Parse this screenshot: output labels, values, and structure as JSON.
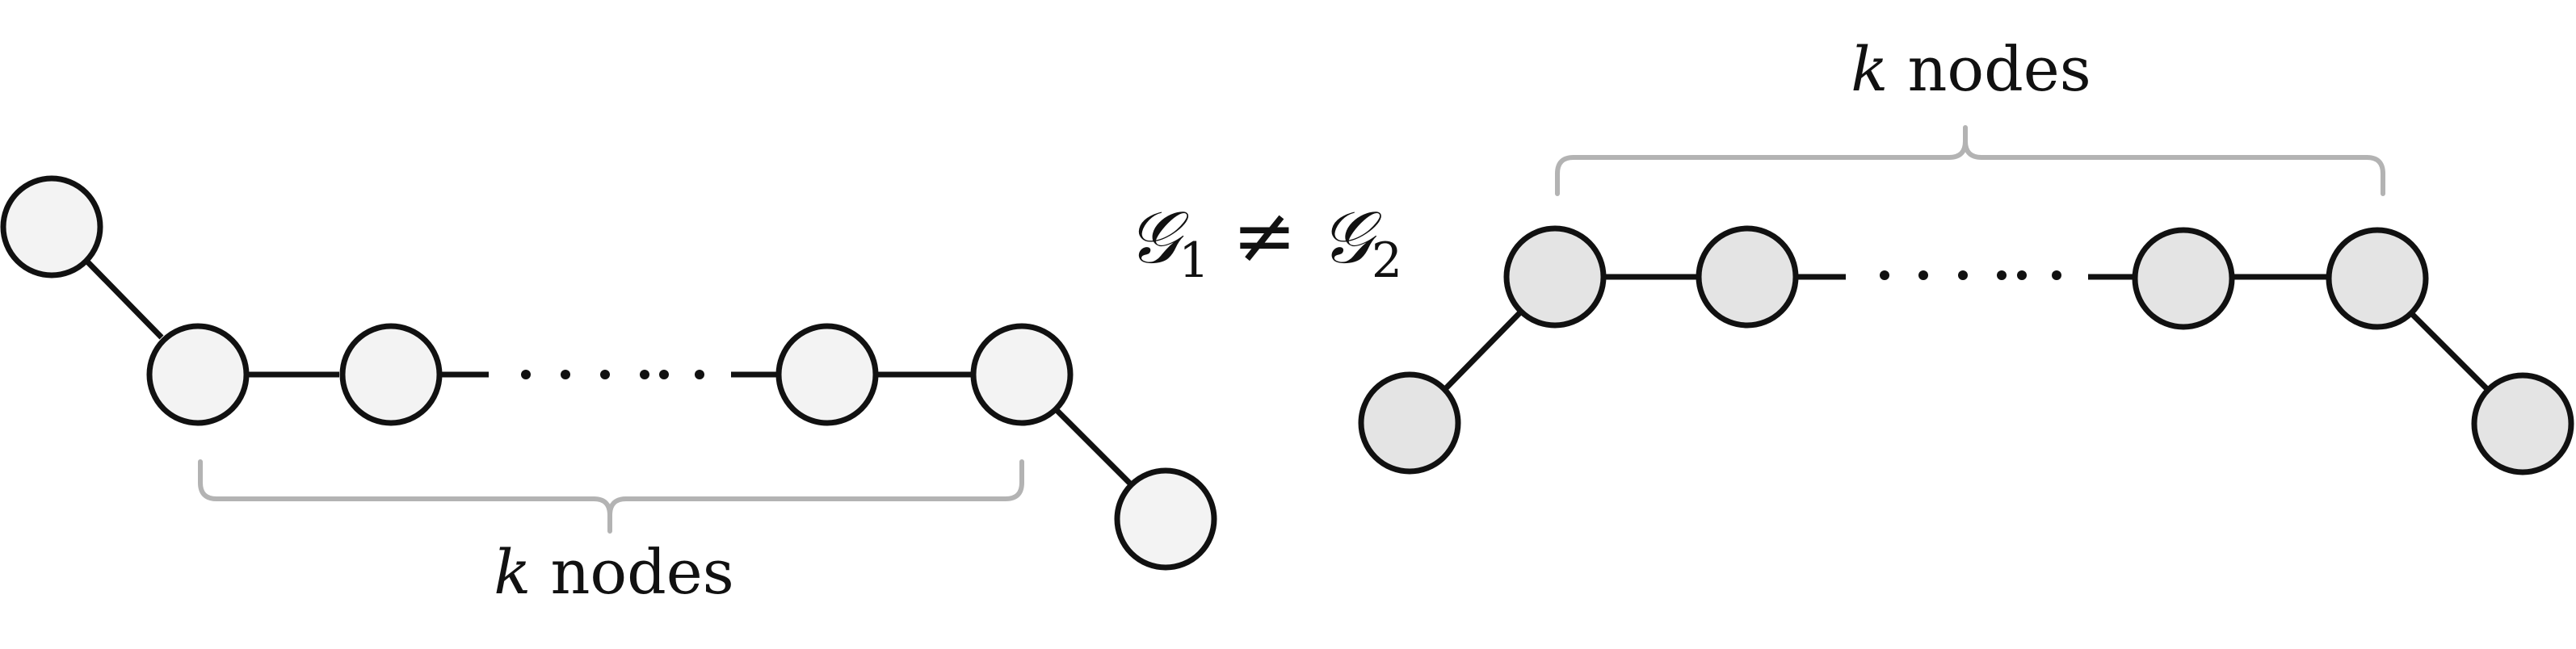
{
  "graph1": {
    "brace_label": {
      "var": "k",
      "text": " nodes"
    }
  },
  "graph2": {
    "brace_label": {
      "var": "k",
      "text": " nodes"
    }
  },
  "relation": {
    "left": "𝒢",
    "left_sub": "1",
    "operator": "≠",
    "right": "𝒢",
    "right_sub": "2"
  },
  "colors": {
    "graph1_node_fill": "#f3f3f3",
    "graph2_node_fill": "#e4e4e4",
    "edge": "#111111",
    "brace": "#b3b3b3"
  }
}
